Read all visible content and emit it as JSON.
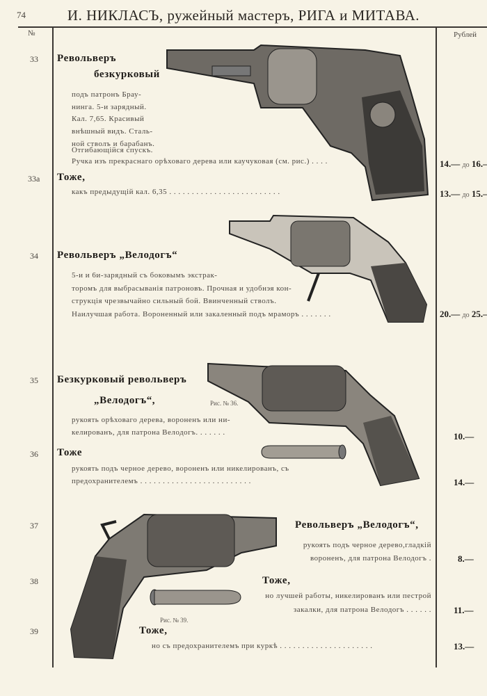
{
  "header": {
    "page_number": "74",
    "title": "И. НИКЛАСЪ, ружейный мастеръ, РИГА и МИТАВА.",
    "col_number": "№",
    "col_price": "Рублей"
  },
  "items": [
    {
      "no": "33",
      "title": "Револьверъ",
      "title2": "безкурковый",
      "lines": [
        "подъ патронъ Брау-",
        "нинга. 5-и зарядный.",
        "Кал. 7,65. Красивый",
        "внѣшный видъ. Сталь-",
        "ной стволъ и барабанъ.",
        "Отгибающійся спускъ.",
        "Ручка изъ прекраснаго орѣховаго дерева или каучуковая (см. рис.) . . . ."
      ],
      "price_from": "14.—",
      "price_to": "16.—",
      "price_sep": "до"
    },
    {
      "no": "33а",
      "title": "Тоже,",
      "lines": [
        "какъ предыдущій кал. 6,35 . . . . . . . . . . . . . . . . . . . . . . . . ."
      ],
      "price_from": "13.—",
      "price_to": "15.—",
      "price_sep": "до"
    },
    {
      "no": "34",
      "title": "Револьверъ „Велодогъ“",
      "lines": [
        "5-и и 6и-зарядный съ боковымъ экстрак-",
        "торомъ для выбрасыванія патроновъ. Прочная и удобнэя кон-",
        "струкція чрезвычайно сильный бой. Ввинченный стволъ.",
        "Наилучшая работа. Вороненный или закаленный подъ мраморъ . . . . . . ."
      ],
      "price_from": "20.—",
      "price_to": "25.—",
      "price_sep": "до"
    },
    {
      "no": "35",
      "title": "Безкурковый револьверъ",
      "title2": "„Велодогъ“,",
      "caption": "Рис. № 36.",
      "lines": [
        "рукоять орѣховаго дерева, вороненъ или ни-",
        "келированъ, для патрона Велодогъ. . . . . . ."
      ],
      "price": "10.—"
    },
    {
      "no": "36",
      "title": "Тоже",
      "lines": [
        "рукоять подъ черное дерево, вороненъ или никелированъ, съ",
        "предохранителемъ . . . . . . . . . . . . . . . . . . . . . . . . ."
      ],
      "price": "14.—"
    },
    {
      "no": "37",
      "title": "Револьверъ „Велодогъ“,",
      "lines": [
        "рукоять подъ черное дерево,гладкій",
        "вороненъ, для патрона Велодогъ ."
      ],
      "price": "8.—"
    },
    {
      "no": "38",
      "title": "Тоже,",
      "lines": [
        "но лучшей работы, никелированъ или пестрой",
        "закалки, для патрона Велодогъ . . . . . ."
      ],
      "price": "11.—"
    },
    {
      "no": "39",
      "title": "Тоже,",
      "caption": "Рис. № 39.",
      "lines": [
        "но съ предохранителемъ при куркѣ . . . . . . . . . . . . . . . . . . . . ."
      ],
      "price": "13.—"
    }
  ]
}
